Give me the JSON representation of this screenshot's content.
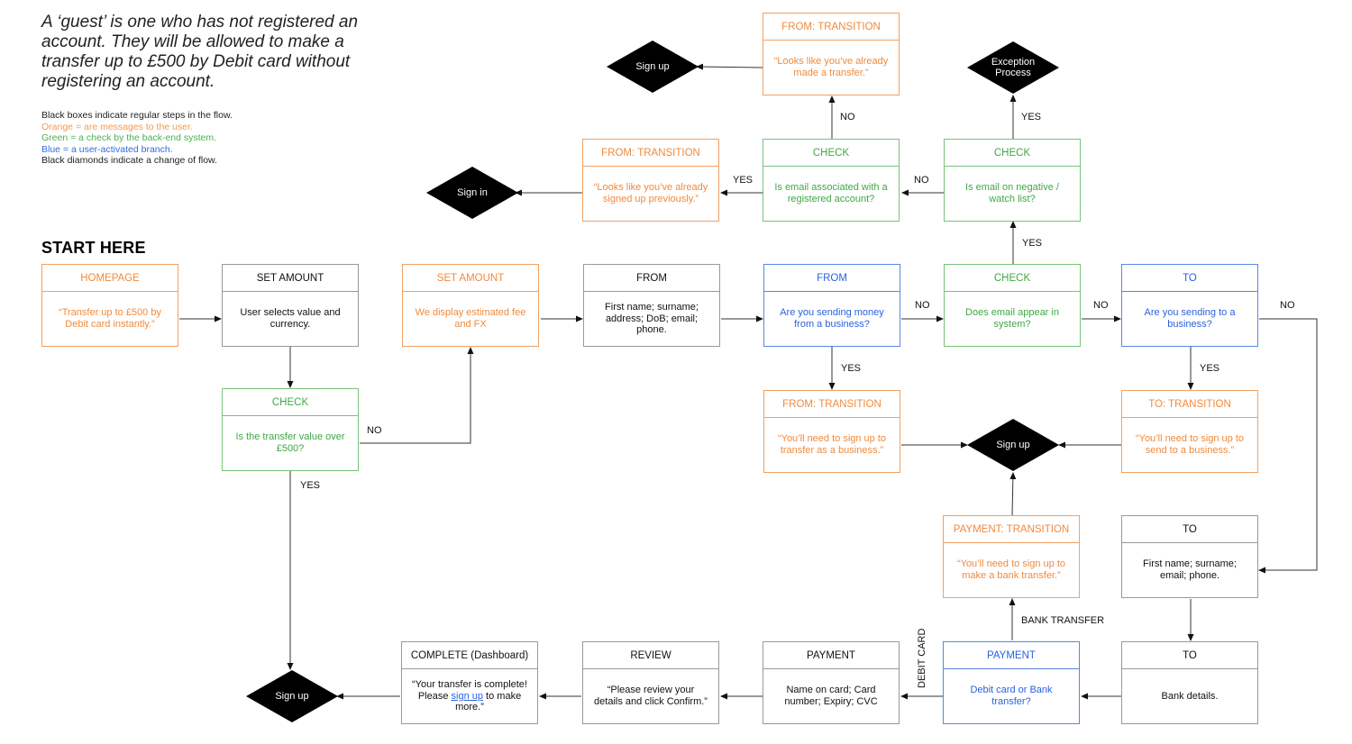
{
  "intro": "A ‘guest’ is one who has not registered an account. They will be allowed to make a transfer up to £500 by Debit card without registering an account.",
  "legend": {
    "black": "Black boxes indicate regular steps in the flow.",
    "orange": "Orange = are messages to the user.",
    "green": "Green = a check by the back-end system.",
    "blue": "Blue = a user-activated branch.",
    "diamonds": "Black diamonds indicate a change of flow."
  },
  "start": "START HERE",
  "colors": {
    "orange": "#f08a3c",
    "green": "#3fa845",
    "blue": "#2a62df",
    "black": "#111111"
  },
  "nodes": {
    "homepage": {
      "header": "HOMEPAGE",
      "body": "“Transfer up to £500 by Debit card instantly.”"
    },
    "set_amount": {
      "header": "SET AMOUNT",
      "body": "User selects value and currency."
    },
    "set_amount_msg": {
      "header": "SET AMOUNT",
      "body": "We display estimated fee and FX"
    },
    "from": {
      "header": "FROM",
      "body": "First name; surname; address; DoB; email; phone."
    },
    "from_business": {
      "header": "FROM",
      "body": "Are you sending money from a business?"
    },
    "check_email": {
      "header": "CHECK",
      "body": "Does email appear in system?"
    },
    "to_business": {
      "header": "TO",
      "body": "Are you sending to a business?"
    },
    "check_value": {
      "header": "CHECK",
      "body": "Is the transfer value over £500?"
    },
    "from_transition_business": {
      "header": "FROM: TRANSITION",
      "body": "“You’ll need to sign up to transfer as a business.”"
    },
    "to_transition": {
      "header": "TO: TRANSITION",
      "body": "“You’ll need to sign up to send to a business.”"
    },
    "check_registered": {
      "header": "CHECK",
      "body": "Is email associated with a registered account?"
    },
    "check_watchlist": {
      "header": "CHECK",
      "body": "Is email on negative / watch list?"
    },
    "from_transition_signed": {
      "header": "FROM: TRANSITION",
      "body": "“Looks like you’ve already signed up previously.”"
    },
    "from_transition_transfer": {
      "header": "FROM: TRANSITION",
      "body": "“Looks like you’ve already made a transfer.”"
    },
    "payment_transition": {
      "header": "PAYMENT: TRANSITION",
      "body": "“You’ll need to sign up to make a bank transfer.”"
    },
    "to_details": {
      "header": "TO",
      "body": "First name; surname; email; phone."
    },
    "to_bank": {
      "header": "TO",
      "body": "Bank details."
    },
    "payment_choice": {
      "header": "PAYMENT",
      "body": "Debit card or Bank transfer?"
    },
    "payment_card": {
      "header": "PAYMENT",
      "body": "Name on card; Card number; Expiry; CVC"
    },
    "review": {
      "header": "REVIEW",
      "body": "“Please review your details and click Confirm.”"
    },
    "complete": {
      "header": "COMPLETE (Dashboard)",
      "body_before": "“Your transfer is complete! Please ",
      "body_link": "sign up",
      "body_after": " to make more.”"
    }
  },
  "diamonds": {
    "signup_top": "Sign up",
    "signin": "Sign in",
    "exception": "Exception Process",
    "signup_mid": "Sign up",
    "signup_bottom": "Sign up"
  },
  "labels": {
    "no": "NO",
    "yes": "YES",
    "bank_transfer": "BANK TRANSFER",
    "debit_card": "DEBIT CARD"
  }
}
